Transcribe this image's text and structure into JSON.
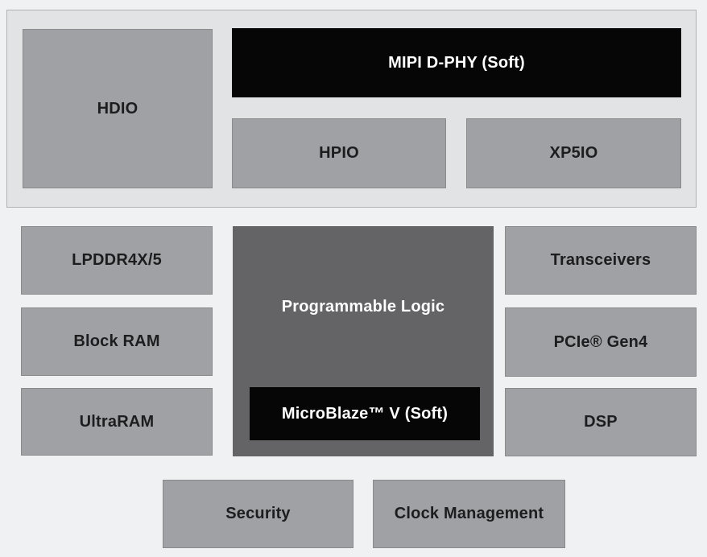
{
  "diagram": {
    "description": "FPGA device block diagram",
    "colors": {
      "page_background": "#f0f1f3",
      "io_bank_background": "#e2e3e5",
      "io_bank_border": "#b3b3b6",
      "block_gray": "#a0a1a4",
      "block_gray_border": "#8b8b8e",
      "block_dark_gray": "#646467",
      "block_black": "#060606",
      "text_dark": "#1d1d1f",
      "text_light": "#ffffff"
    },
    "io_bank": {
      "hdio_label": "HDIO",
      "mipi_label": "MIPI D-PHY (Soft)",
      "hpio_label": "HPIO",
      "xp5io_label": "XP5IO"
    },
    "memory_column": [
      "LPDDR4X/5",
      "Block RAM",
      "UltraRAM"
    ],
    "fabric": {
      "programmable_logic_label": "Programmable Logic",
      "microblaze_label": "MicroBlaze™ V (Soft)"
    },
    "interface_column": [
      "Transceivers",
      "PCIe® Gen4",
      "DSP"
    ],
    "bottom_row": [
      "Security",
      "Clock Management"
    ]
  }
}
